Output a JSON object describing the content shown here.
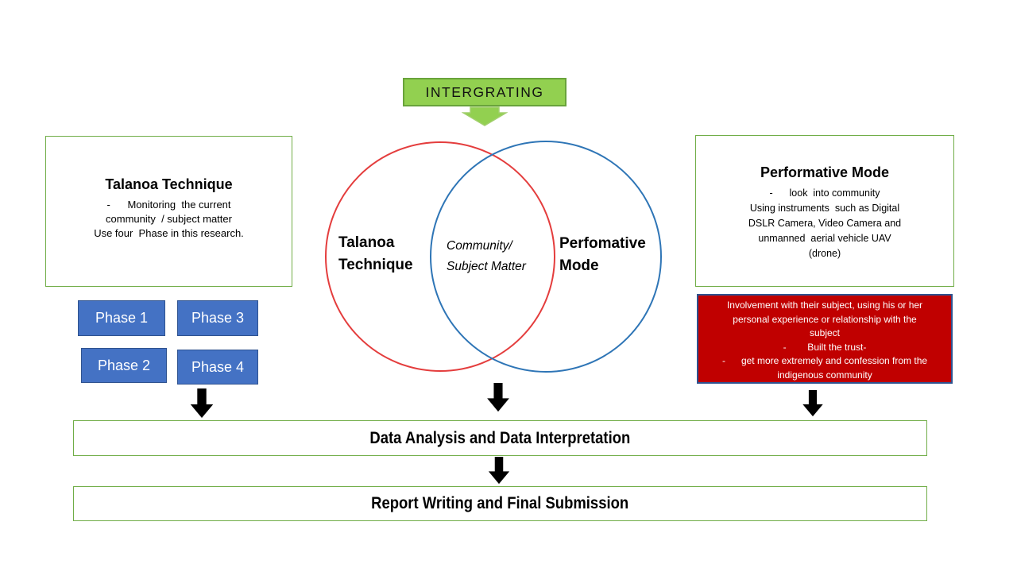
{
  "integrating": {
    "label": "INTERGRATING"
  },
  "talanoa_box": {
    "title": "Talanoa Technique",
    "lines": [
      "-      Monitoring  the current",
      "community  / subject matter",
      "Use four  Phase in this research."
    ]
  },
  "phases": [
    {
      "label": "Phase 1"
    },
    {
      "label": "Phase 2"
    },
    {
      "label": "Phase 3"
    },
    {
      "label": "Phase 4"
    }
  ],
  "venn": {
    "left_label": [
      "Talanoa",
      "Technique"
    ],
    "center_label": [
      "Community/",
      "Subject Matter"
    ],
    "right_label": [
      "Perfomative",
      "Mode"
    ]
  },
  "performative_box": {
    "title": "Performative Mode",
    "lines": [
      "-      look  into community",
      "Using instruments  such as Digital",
      "DSLR Camera, Video Camera and",
      "unmanned  aerial vehicle UAV",
      "(drone)"
    ]
  },
  "red_box": {
    "lines": [
      "Involvement with their subject, using his or her",
      "personal experience or relationship with the",
      "subject",
      "-        Built the trust-",
      "-      get more extremely and confession from the",
      "indigenous community"
    ]
  },
  "flow": {
    "data_analysis": "Data Analysis and Data Interpretation",
    "report_writing": "Report Writing and Final Submission"
  },
  "colors": {
    "green_fill": "#92D050",
    "green_box_border": "#70AD47",
    "phase_fill": "#4472C4",
    "phase_border": "#2F528F",
    "red_fill": "#C00000",
    "red_box_border": "#2F528F",
    "venn_red": "#E43D3D",
    "venn_blue": "#2E75B6",
    "arrow_black": "#000000"
  }
}
